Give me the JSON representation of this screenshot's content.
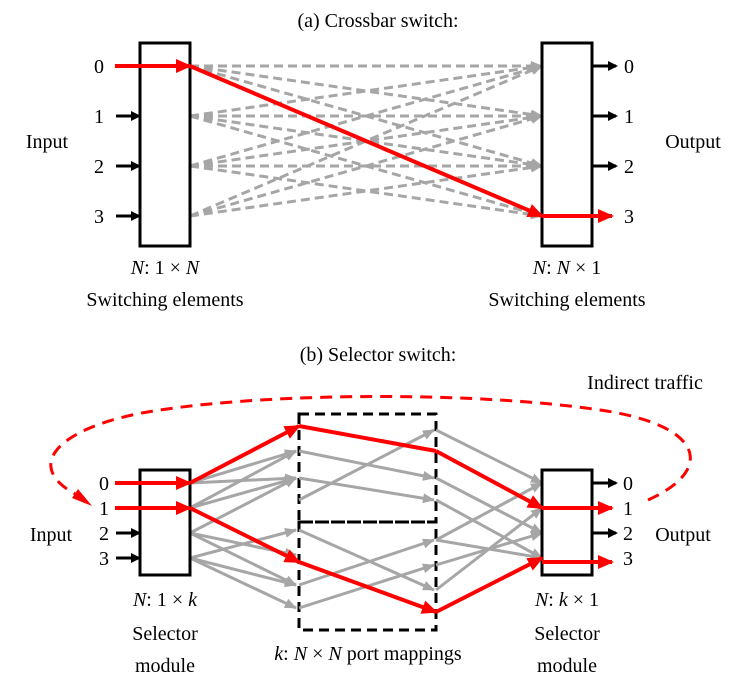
{
  "crossbar": {
    "title": "(a) Crossbar switch:",
    "input_label": "Input",
    "output_label": "Output",
    "ports": [
      "0",
      "1",
      "2",
      "3"
    ],
    "left_caption": {
      "prefix": "N",
      "rest": ": 1 × ",
      "var": "N"
    },
    "right_caption": {
      "prefix": "N",
      "rest": ": ",
      "var": "N",
      "suffix": " × 1"
    },
    "elements_label": "Switching elements"
  },
  "selector": {
    "title": "(b) Selector switch:",
    "indirect_label": "Indirect traffic",
    "input_label": "Input",
    "output_label": "Output",
    "ports": [
      "0",
      "1",
      "2",
      "3"
    ],
    "left_caption": {
      "prefix": "N",
      "rest": ": 1 × ",
      "var": "k"
    },
    "right_caption": {
      "prefix": "N",
      "rest": ": ",
      "var": "k",
      "suffix": " × 1"
    },
    "module_line1": "Selector",
    "module_line2": "module",
    "mapping_caption": {
      "prefix": "k",
      "rest": ": ",
      "var": "N",
      "mid": " × ",
      "var2": "N",
      "suffix": " port mappings"
    }
  },
  "colors": {
    "highlight": "#ff0000",
    "inactive": "#a6a6a6",
    "stroke": "#000000"
  }
}
